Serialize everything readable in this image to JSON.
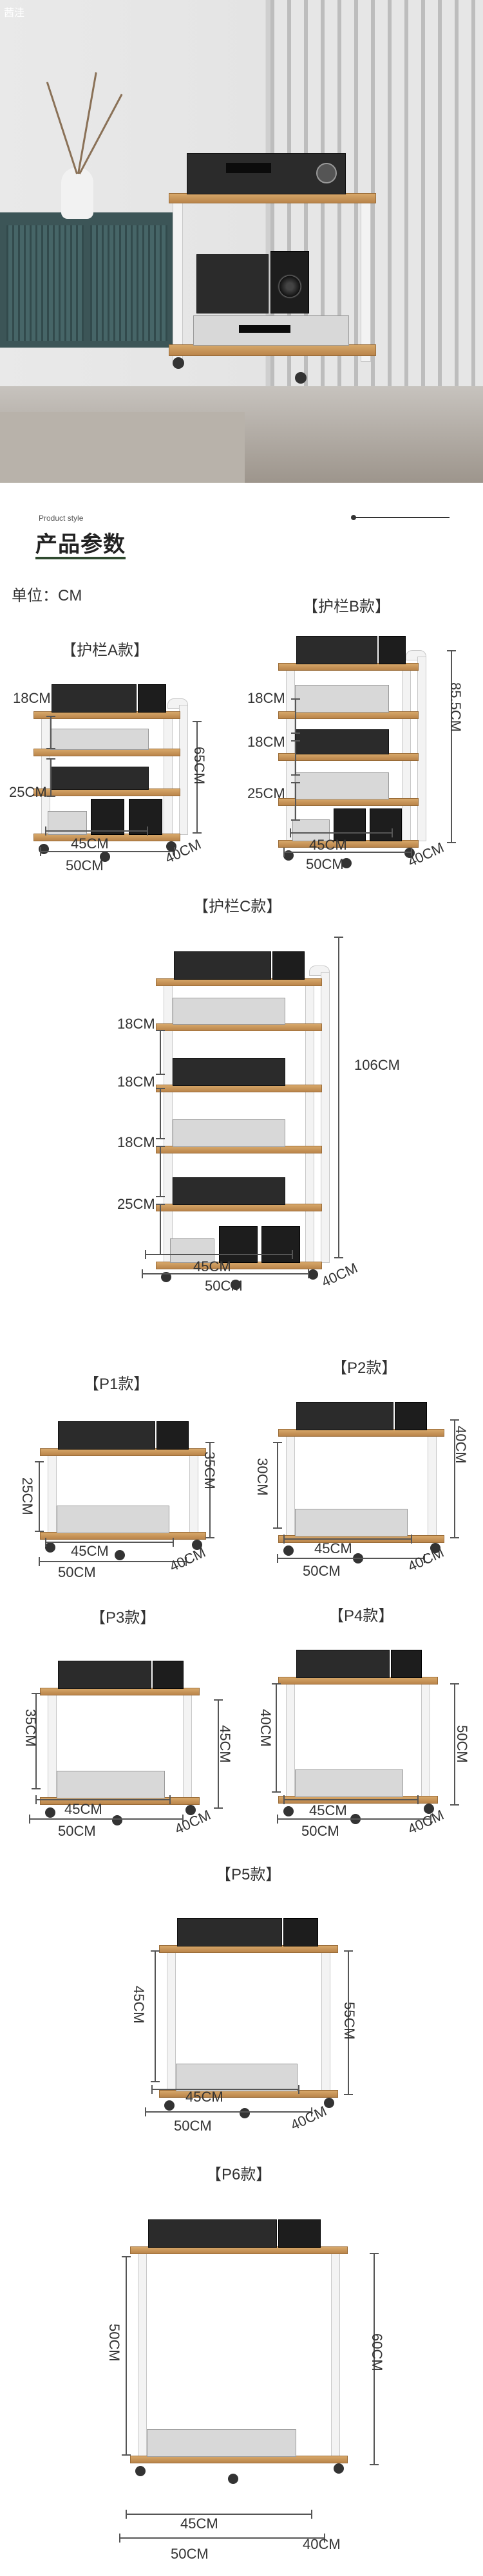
{
  "hero": {
    "brand": "茜洼"
  },
  "header": {
    "english_sub": "Product style",
    "title_prefix": "产品",
    "title_highlight": "参数"
  },
  "unit_label": "单位：CM",
  "models": {
    "A": {
      "title": "【护栏A款】",
      "gap1": "18CM",
      "gap2": "25CM",
      "height": "65CM",
      "depth_inner": "45CM",
      "width": "50CM",
      "depth": "40CM"
    },
    "B": {
      "title": "【护栏B款】",
      "gap1": "18CM",
      "gap2": "18CM",
      "gap3": "25CM",
      "height": "85.5CM",
      "depth_inner": "45CM",
      "width": "50CM",
      "depth": "40CM"
    },
    "C": {
      "title": "【护栏C款】",
      "gap1": "18CM",
      "gap2": "18CM",
      "gap3": "18CM",
      "gap4": "25CM",
      "height": "106CM",
      "depth_inner": "45CM",
      "width": "50CM",
      "depth": "40CM"
    },
    "P1": {
      "title": "【P1款】",
      "gap": "25CM",
      "height": "35CM",
      "depth_inner": "45CM",
      "width": "50CM",
      "depth": "40CM"
    },
    "P2": {
      "title": "【P2款】",
      "gap": "30CM",
      "height": "40CM",
      "depth_inner": "45CM",
      "width": "50CM",
      "depth": "40CM"
    },
    "P3": {
      "title": "【P3款】",
      "gap": "35CM",
      "height": "45CM",
      "depth_inner": "45CM",
      "width": "50CM",
      "depth": "40CM"
    },
    "P4": {
      "title": "【P4款】",
      "gap": "40CM",
      "height": "50CM",
      "depth_inner": "45CM",
      "width": "50CM",
      "depth": "40CM"
    },
    "P5": {
      "title": "【P5款】",
      "gap": "45CM",
      "height": "55CM",
      "depth_inner": "45CM",
      "width": "50CM",
      "depth": "40CM"
    },
    "P6": {
      "title": "【P6款】",
      "gap": "50CM",
      "height": "60CM",
      "depth_inner": "45CM",
      "width": "50CM",
      "depth": "40CM"
    }
  },
  "colors": {
    "shelf": "#c8935a",
    "frame": "#f3f3f3",
    "accent": "#2f4a2f"
  }
}
